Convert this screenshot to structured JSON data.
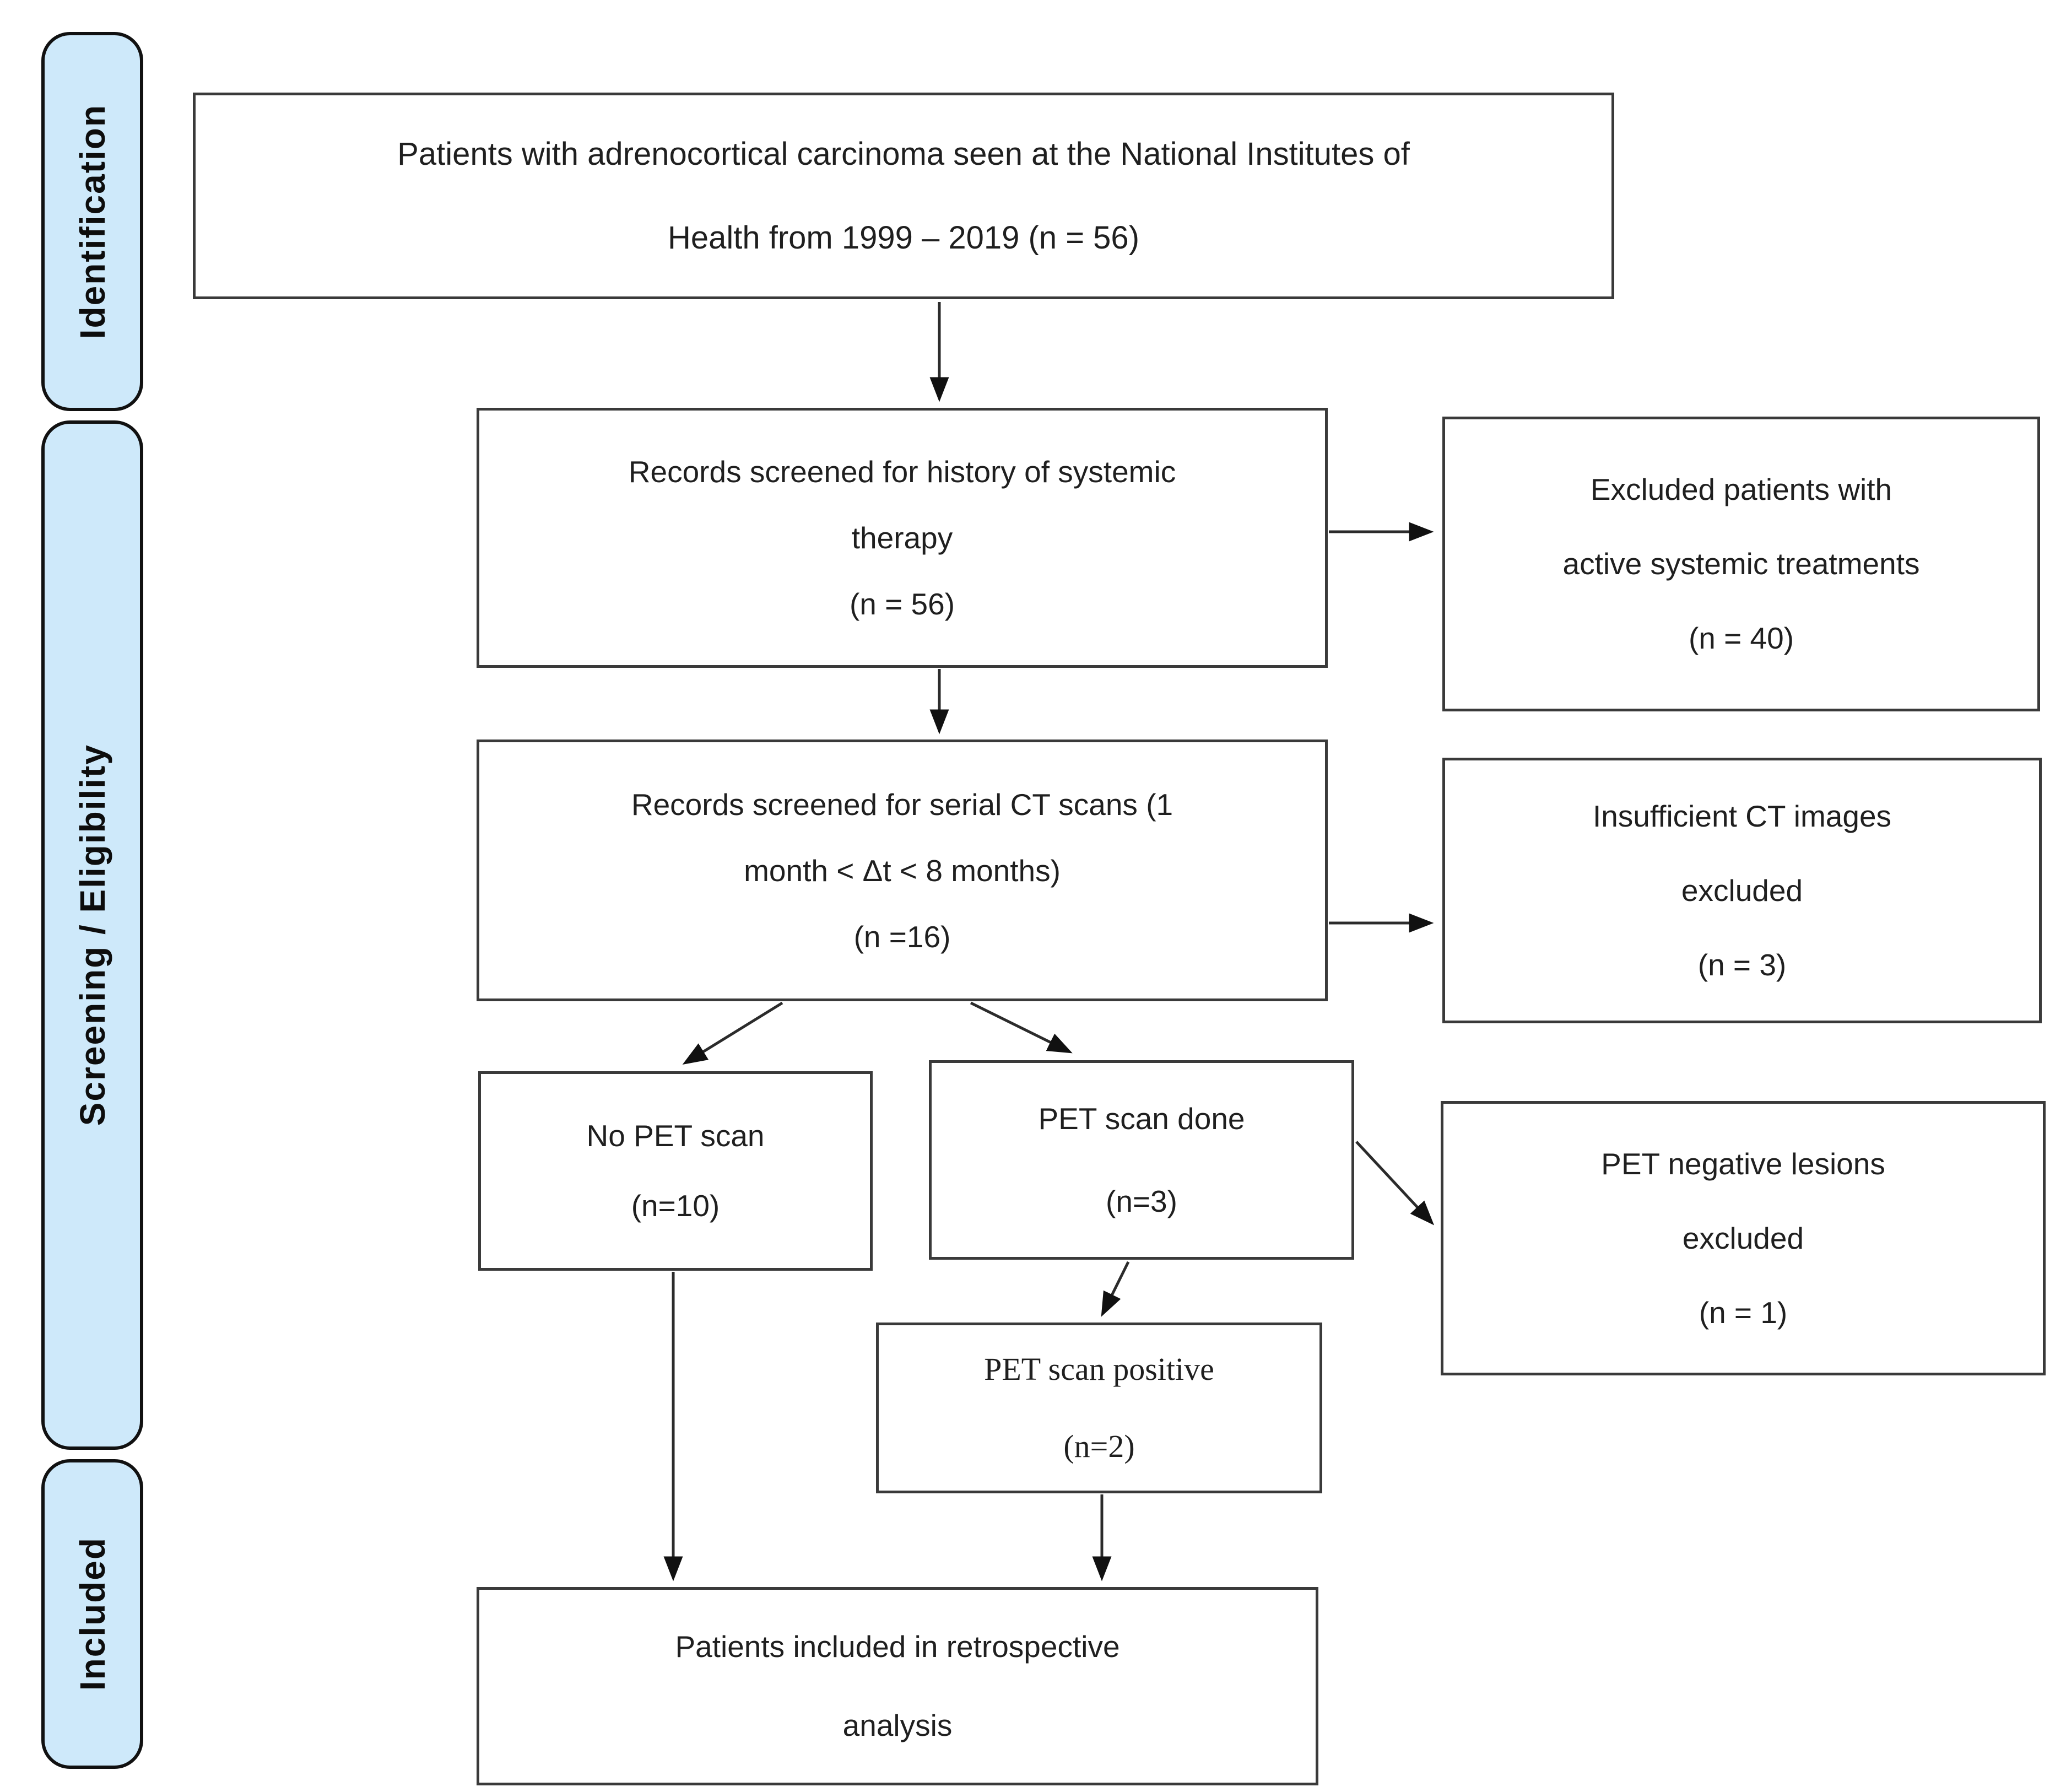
{
  "diagram": {
    "kind": "patient-selection-flowchart",
    "colors": {
      "sidebar_fill": "#cee9fa",
      "box_border": "#3a3a3a",
      "arrow": "#2b2b2b",
      "background": "#ffffff",
      "text": "#1f1f1f"
    }
  },
  "sidebar": {
    "items": [
      {
        "id": "identification",
        "label": "Identification"
      },
      {
        "id": "screening",
        "label": "Screening / Eligibility"
      },
      {
        "id": "included",
        "label": "Included"
      }
    ]
  },
  "boxes": {
    "source": {
      "lines": [
        "Patients with adrenocortical carcinoma seen at the National Institutes of",
        "Health from 1999 – 2019 (n = 56)"
      ]
    },
    "screened_history": {
      "lines": [
        "Records screened for history of systemic",
        "therapy",
        "(n = 56)"
      ]
    },
    "excluded_active": {
      "lines": [
        "Excluded patients with",
        "active systemic treatments",
        "(n = 40)"
      ]
    },
    "screened_ct": {
      "lines": [
        "Records screened for serial CT scans (1",
        "month < Δt < 8 months)",
        "(n =16)"
      ]
    },
    "insufficient_ct": {
      "lines": [
        "Insufficient CT images",
        "excluded",
        "(n = 3)"
      ]
    },
    "no_pet": {
      "lines": [
        "No PET scan",
        "(n=10)"
      ]
    },
    "pet_done": {
      "lines": [
        "PET scan done",
        "(n=3)"
      ]
    },
    "pet_negative": {
      "lines": [
        "PET negative lesions",
        "excluded",
        "(n = 1)"
      ]
    },
    "pet_positive": {
      "lines": [
        "PET scan positive",
        "(n=2)"
      ]
    },
    "included_final": {
      "lines": [
        "Patients included in retrospective",
        "analysis"
      ]
    }
  }
}
